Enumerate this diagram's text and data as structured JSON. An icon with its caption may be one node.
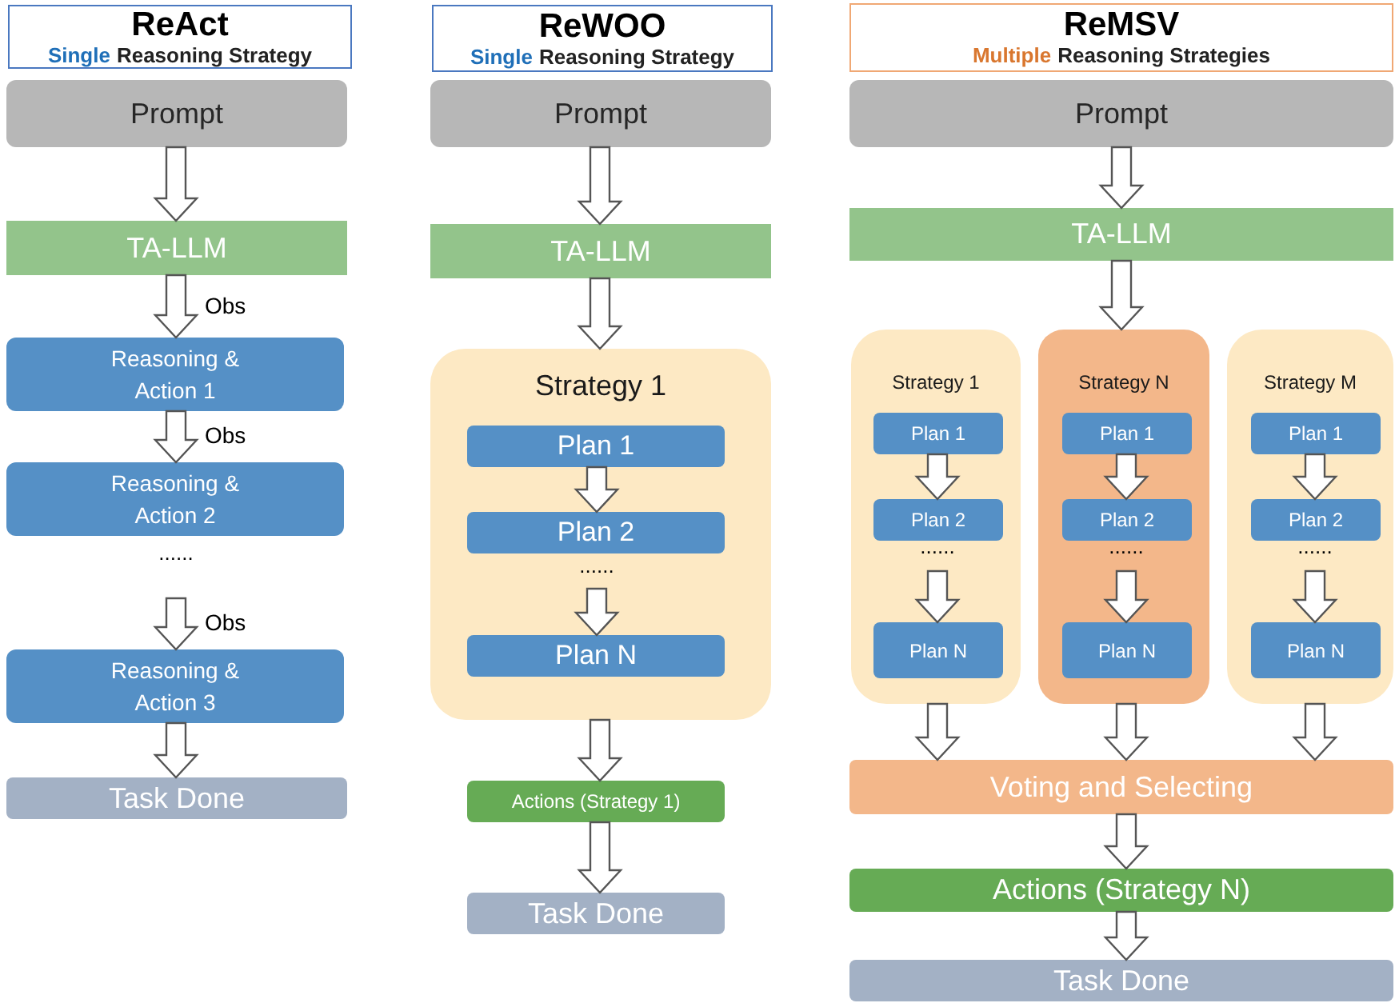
{
  "diagram": {
    "nodes": [
      {
        "text": [
          "ReAct",
          "Single",
          "Reasoning Strategy"
        ]
      },
      {
        "text": [
          "Prompt"
        ]
      },
      {
        "text": [
          "TA-LLM"
        ]
      },
      {
        "text": [
          "Reasoning & Action 1"
        ]
      },
      {
        "text": [
          "Reasoning & Action 2"
        ]
      },
      {
        "text": [
          "Reasoning & Action 3"
        ]
      },
      {
        "text": [
          "Task Done"
        ]
      },
      {
        "text": [
          "ReWOO",
          "Single",
          "Reasoning Strategy"
        ]
      },
      {
        "text": [
          "Prompt"
        ]
      },
      {
        "text": [
          "TA-LLM"
        ]
      },
      {
        "text": [
          "Strategy 1"
        ]
      },
      {
        "text": [
          "Plan 1"
        ],
        "in": 10
      },
      {
        "text": [
          "Plan 2"
        ],
        "in": 10
      },
      {
        "text": [
          "Plan N"
        ],
        "in": 10
      },
      {
        "text": [
          "Actions (Strategy 1)"
        ]
      },
      {
        "text": [
          "Task Done"
        ]
      },
      {
        "text": [
          "ReMSV",
          "Multiple",
          "Reasoning Strategies"
        ]
      },
      {
        "text": [
          "Prompt"
        ]
      },
      {
        "text": [
          "TA-LLM"
        ]
      },
      {
        "text": [
          "Strategy 1"
        ]
      },
      {
        "text": [
          "Plan 1"
        ],
        "in": 19
      },
      {
        "text": [
          "Plan 2"
        ],
        "in": 19
      },
      {
        "text": [
          "Plan N"
        ],
        "in": 19
      },
      {
        "text": [
          "Strategy N"
        ]
      },
      {
        "text": [
          "Plan 1"
        ],
        "in": 23
      },
      {
        "text": [
          "Plan 2"
        ],
        "in": 23
      },
      {
        "text": [
          "Plan N"
        ],
        "in": 23
      },
      {
        "text": [
          "Strategy M"
        ]
      },
      {
        "text": [
          "Plan 1"
        ],
        "in": 27
      },
      {
        "text": [
          "Plan 2"
        ],
        "in": 27
      },
      {
        "text": [
          "Plan N"
        ],
        "in": 27
      },
      {
        "text": [
          "Voting and Selecting"
        ]
      },
      {
        "text": [
          "Actions (Strategy N)"
        ]
      },
      {
        "text": [
          "Task Done"
        ]
      }
    ],
    "edges": [
      {
        "from": 1,
        "to": 2,
        "arrow": "to"
      },
      {
        "from": 2,
        "to": 3,
        "arrow": "to",
        "label": "Obs"
      },
      {
        "from": 3,
        "to": 4,
        "arrow": "to",
        "label": "Obs"
      },
      {
        "from": null,
        "to": 5,
        "arrow": "to",
        "label": "Obs"
      },
      {
        "from": 5,
        "to": 6,
        "arrow": "to"
      },
      {
        "from": 8,
        "to": 9,
        "arrow": "to"
      },
      {
        "from": 9,
        "to": 10,
        "arrow": "to"
      },
      {
        "from": 11,
        "to": 12,
        "arrow": "to"
      },
      {
        "from": null,
        "to": 13,
        "arrow": "to"
      },
      {
        "from": 10,
        "to": 14,
        "arrow": "to"
      },
      {
        "from": 14,
        "to": 15,
        "arrow": "to"
      },
      {
        "from": 17,
        "to": 18,
        "arrow": "to"
      },
      {
        "from": 18,
        "to": 23,
        "arrow": "to"
      },
      {
        "from": 20,
        "to": 21,
        "arrow": "to"
      },
      {
        "from": null,
        "to": 22,
        "arrow": "to"
      },
      {
        "from": 24,
        "to": 25,
        "arrow": "to"
      },
      {
        "from": null,
        "to": 26,
        "arrow": "to"
      },
      {
        "from": 28,
        "to": 29,
        "arrow": "to"
      },
      {
        "from": null,
        "to": 30,
        "arrow": "to"
      },
      {
        "from": 19,
        "to": 31,
        "arrow": "to"
      },
      {
        "from": 23,
        "to": 31,
        "arrow": "to"
      },
      {
        "from": 27,
        "to": 31,
        "arrow": "to"
      },
      {
        "from": 31,
        "to": 32,
        "arrow": "to"
      },
      {
        "from": 32,
        "to": 33,
        "arrow": "to"
      }
    ],
    "labels": [
      "......",
      "......",
      "......",
      "......",
      "......"
    ]
  }
}
